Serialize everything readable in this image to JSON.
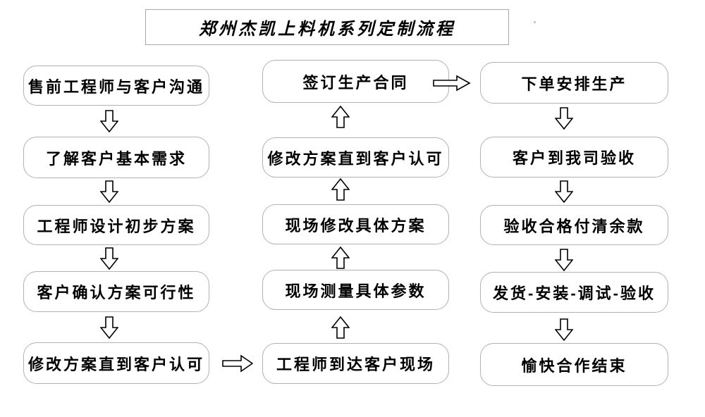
{
  "title": "郑州杰凯上料机系列定制流程",
  "columns": {
    "left": {
      "flow_direction": "top-to-bottom",
      "boxes": [
        "售前工程师与客户沟通",
        "了解客户基本需求",
        "工程师设计初步方案",
        "客户确认方案可行性",
        "修改方案直到客户认可"
      ]
    },
    "middle": {
      "flow_direction": "bottom-to-top",
      "boxes": [
        "签订生产合同",
        "修改方案直到客户认可",
        "现场修改具体方案",
        "现场测量具体参数",
        "工程师到达客户现场"
      ]
    },
    "right": {
      "flow_direction": "top-to-bottom",
      "boxes": [
        "下单安排生产",
        "客户到我司验收",
        "验收合格付清余款",
        "发货-安装-调试-验收",
        "愉快合作结束"
      ]
    }
  },
  "arrows": {
    "left_column_between_boxes": "down",
    "middle_column_between_boxes": "up",
    "right_column_between_boxes": "down",
    "left_bottom_to_middle_bottom": "right",
    "middle_top_to_right_top": "right"
  },
  "colors": {
    "background": "#ffffff",
    "box_border": "#b2b2b2",
    "title_border": "#a9a9a9",
    "text": "#000000",
    "arrow_outline": "#000000",
    "arrow_fill": "#ffffff"
  }
}
